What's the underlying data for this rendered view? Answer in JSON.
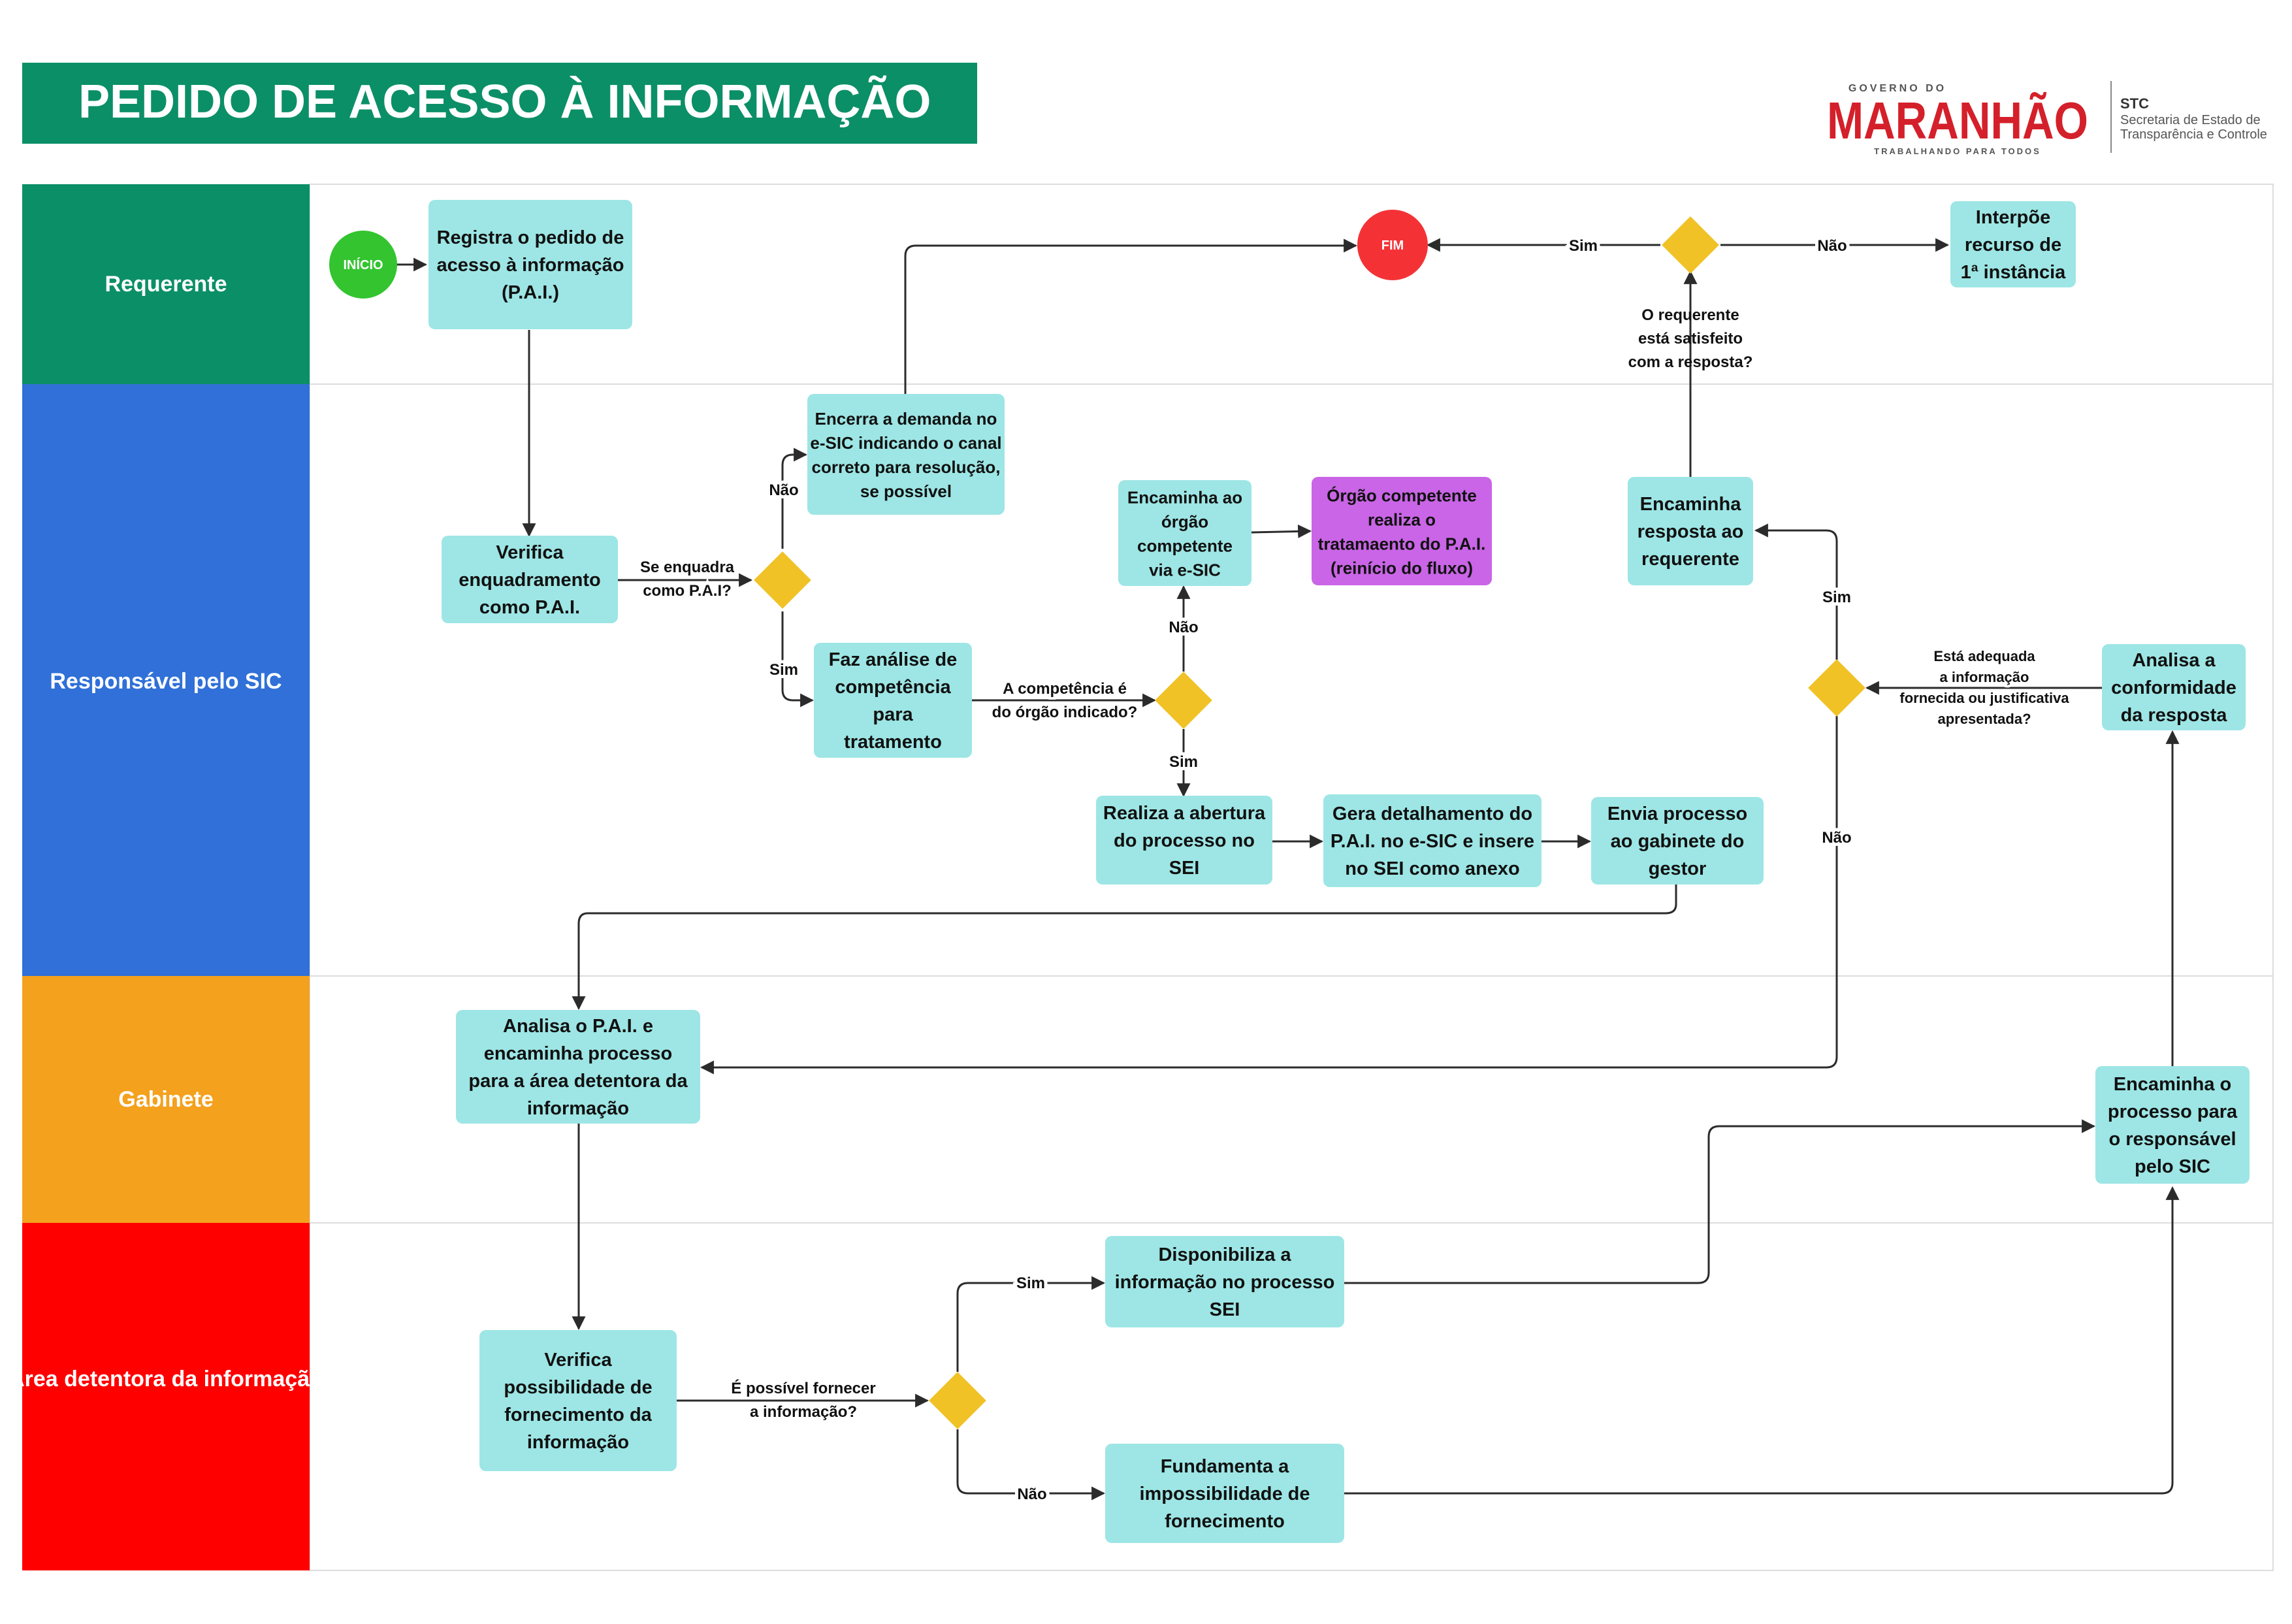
{
  "title": "PEDIDO DE ACESSO À INFORMAÇÃO",
  "logo": {
    "top": "GOVERNO DO",
    "main": "MARANHÃO",
    "bottom": "TRABALHANDO PARA TODOS",
    "org_abbr": "STC",
    "org_line1": "Secretaria de Estado de",
    "org_line2": "Transparência e Controle"
  },
  "colors": {
    "title_bg": "#0b8f67",
    "lane_requerente": "#0b8f67",
    "lane_sic": "#3070d8",
    "lane_gabinete": "#f4a11e",
    "lane_area": "#ff0000",
    "box": "#9de6e5",
    "box_purple": "#c965e6",
    "decision": "#f0c226",
    "start": "#33c430",
    "end": "#f43236"
  },
  "lanes": [
    {
      "label": "Requerente"
    },
    {
      "label": "Responsável pelo SIC"
    },
    {
      "label": "Gabinete"
    },
    {
      "label": "Área detentora da informação"
    }
  ],
  "terminals": {
    "start": "INÍCIO",
    "end": "FIM"
  },
  "boxes": {
    "registra": "Registra o pedido de acesso à informação (P.A.I.)",
    "interpoe": "Interpõe recurso de 1ª instância",
    "verifica": "Verifica enquadramento como P.A.I.",
    "encerra": "Encerra a demanda no e-SIC indicando o canal correto para resolução, se possível",
    "analise": "Faz análise de competência para tratamento",
    "encaminha_orgao": "Encaminha ao órgão competente via e-SIC",
    "orgao_competente": "Órgão competente realiza o tratamaento do P.A.I. (reinício do fluxo)",
    "realiza": "Realiza a abertura do processo no SEI",
    "gera": "Gera detalhamento do P.A.I. no e-SIC e insere no SEI como anexo",
    "envia": "Envia processo ao gabinete do gestor",
    "encaminha_resposta": "Encaminha resposta ao requerente",
    "analisa_conformidade": "Analisa a conformidade da resposta",
    "gabinete": "Analisa o P.A.I. e encaminha processo para a área detentora da informação",
    "encaminha_sic": "Encaminha o processo para o responsável pelo SIC",
    "verifica_possibilidade": "Verifica possibilidade de fornecimento da informação",
    "disponibiliza": "Disponibiliza a informação no processo SEI",
    "fundamenta": "Fundamenta a impossibilidade de fornecimento"
  },
  "questions": {
    "enquadra": "Se enquadra como P.A.I?",
    "competencia": "A competência é do órgão indicado?",
    "satisfeito": "O requerente está satisfeito com a resposta?",
    "adequada": "Está adequada a informação fornecida ou justificativa apresentada?",
    "possivel": "É possível fornecer a informação?"
  },
  "labels": {
    "sim": "Sim",
    "nao": "Não"
  }
}
